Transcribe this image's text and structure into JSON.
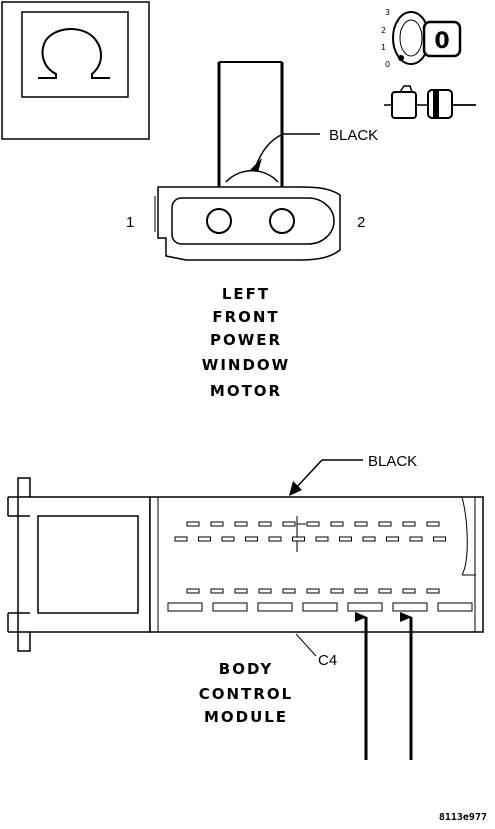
{
  "top_connector": {
    "color_label": "BLACK",
    "pin_left": "1",
    "pin_right": "2",
    "name_lines": [
      "LEFT",
      "FRONT",
      "POWER",
      "WINDOW",
      "MOTOR"
    ]
  },
  "ignition": {
    "positions": [
      "3",
      "2",
      "1",
      "0"
    ],
    "key_label": "0"
  },
  "bottom_connector": {
    "color_label": "BLACK",
    "connector_id": "C4",
    "name_lines": [
      "BODY",
      "CONTROL",
      "MODULE"
    ]
  },
  "figure_code": "8113e977"
}
